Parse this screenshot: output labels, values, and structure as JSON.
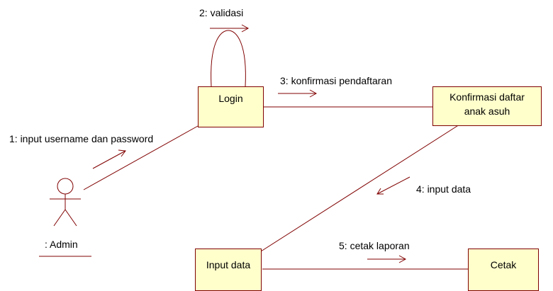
{
  "diagram": {
    "colors": {
      "stroke": "#800000",
      "object_fill": "#ffffcc",
      "text": "#000000"
    },
    "actor": {
      "label": ": Admin"
    },
    "objects": {
      "login": "Login",
      "konfirmasi": "Konfirmasi daftar anak asuh",
      "input_data": "Input data",
      "cetak": "Cetak"
    },
    "messages": {
      "m1": "1: input username dan password",
      "m2": "2: validasi",
      "m3": "3: konfirmasi pendaftaran",
      "m4": "4: input data",
      "m5": "5: cetak laporan"
    }
  }
}
